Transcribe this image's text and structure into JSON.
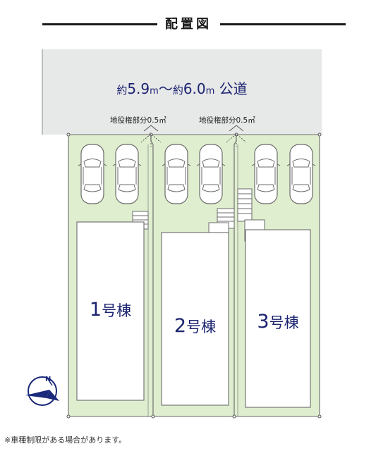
{
  "title": "配置図",
  "road": {
    "prefix1": "約",
    "val1": "5.9",
    "unit1": "m",
    "tilde": "～",
    "prefix2": "約",
    "val2": "6.0",
    "unit2": "m",
    "name": "公道"
  },
  "easements": [
    {
      "label": "地役権部分0.5㎡"
    },
    {
      "label": "地役権部分0.5㎡"
    }
  ],
  "houses": [
    {
      "num": "1",
      "suffix": "号棟"
    },
    {
      "num": "2",
      "suffix": "号棟"
    },
    {
      "num": "3",
      "suffix": "号棟"
    }
  ],
  "colors": {
    "road": "#e7e8e8",
    "lot": "#dfeecf",
    "building": "#ffffff",
    "outline": "#5a5a5a",
    "label": "#1b2370",
    "compass": "#1b2a7a"
  },
  "compass": {
    "icon": "north-compass-icon",
    "letter": "N"
  },
  "note": "※車種制限がある場合があります。"
}
